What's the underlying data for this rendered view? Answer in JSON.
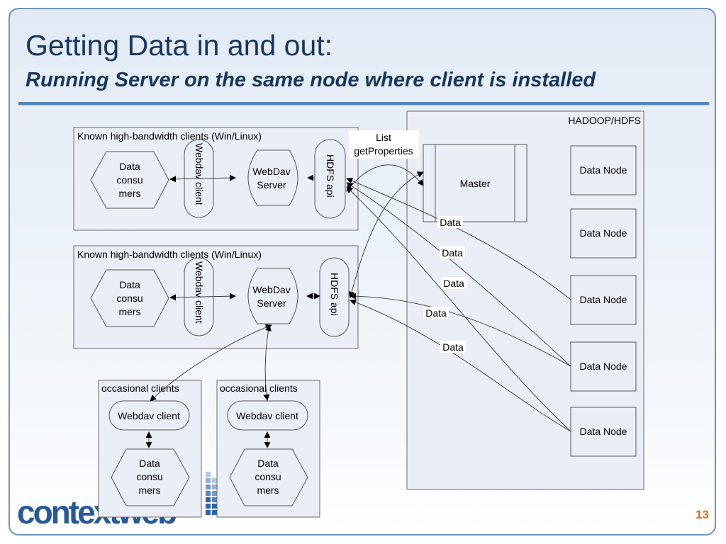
{
  "slide": {
    "title": "Getting Data in and out:",
    "subtitle": "Running Server on the same node where client is installed",
    "page_number": "13",
    "logo": "contextweb"
  },
  "diagram": {
    "hadoop_label": "HADOOP/HDFS",
    "master_label": "Master",
    "data_node_label": "Data Node",
    "data_edge_label": "Data",
    "list_props_label": [
      "List",
      "getProperties"
    ],
    "client_group_label": "Known high-bandwidth clients (Win/Linux)",
    "occasional_label": "occasional clients",
    "data_consumers_label": [
      "Data",
      "consu",
      "mers"
    ],
    "webdav_client_label": "Webdav client",
    "webdav_server_label": [
      "WebDav",
      "Server"
    ],
    "hdfs_api_label": "HDFS api"
  },
  "colors": {
    "title": "#17365d",
    "frame_border": "#6e93bd",
    "rule": "#5a84b5",
    "page_number": "#e46c0a",
    "logo": "#27589a"
  }
}
